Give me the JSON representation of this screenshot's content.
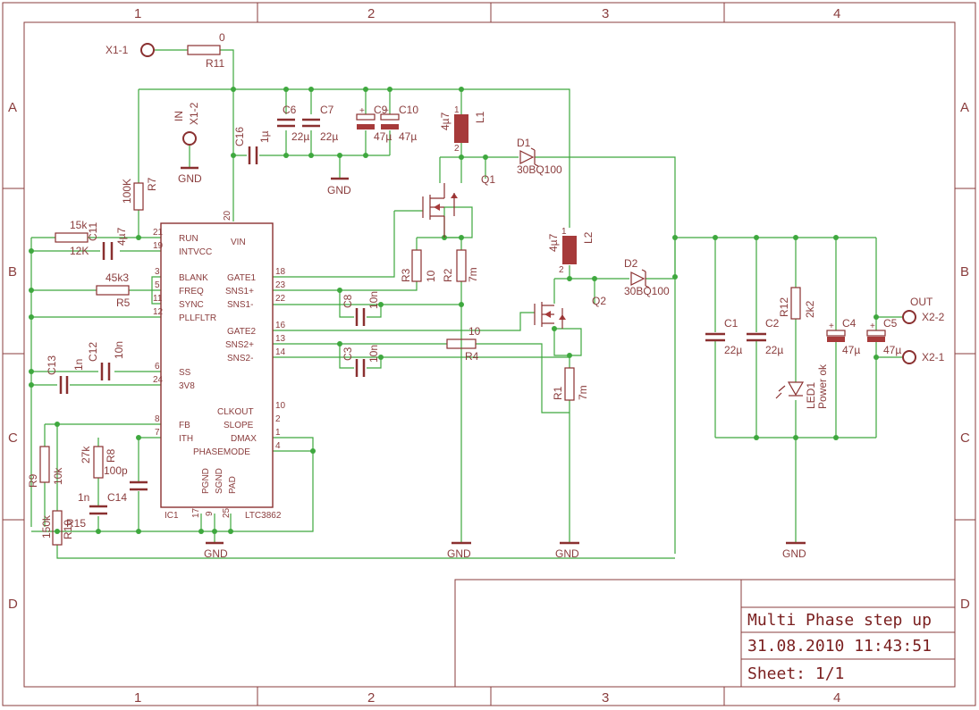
{
  "frame": {
    "cols": [
      "1",
      "2",
      "3",
      "4"
    ],
    "rows": [
      "A",
      "B",
      "C",
      "D"
    ]
  },
  "title_block": {
    "title": "Multi Phase step up",
    "date": "31.08.2010 11:43:51",
    "sheet": "Sheet: 1/1"
  },
  "ic": {
    "name": "IC1",
    "part": "LTC3862",
    "left_pins": [
      {
        "num": "21",
        "name": "RUN"
      },
      {
        "num": "19",
        "name": "INTVCC"
      },
      {
        "num": "3",
        "name": "BLANK"
      },
      {
        "num": "5",
        "name": "FREQ"
      },
      {
        "num": "11",
        "name": "SYNC"
      },
      {
        "num": "12",
        "name": "PLLFLTR"
      },
      {
        "num": "6",
        "name": "SS"
      },
      {
        "num": "24",
        "name": "3V8"
      },
      {
        "num": "8",
        "name": "FB"
      },
      {
        "num": "7",
        "name": "ITH"
      }
    ],
    "right_pins": [
      {
        "num": "18",
        "name": "GATE1"
      },
      {
        "num": "23",
        "name": "SNS1+"
      },
      {
        "num": "22",
        "name": "SNS1-"
      },
      {
        "num": "16",
        "name": "GATE2"
      },
      {
        "num": "13",
        "name": "SNS2+"
      },
      {
        "num": "14",
        "name": "SNS2-"
      },
      {
        "num": "10",
        "name": "CLKOUT"
      },
      {
        "num": "2",
        "name": "SLOPE"
      },
      {
        "num": "1",
        "name": "DMAX"
      },
      {
        "num": "4",
        "name": "PHASEMODE"
      }
    ],
    "bottom_pins": [
      {
        "num": "17",
        "name": "PGND"
      },
      {
        "num": "9",
        "name": "SGND"
      },
      {
        "num": "25",
        "name": "PAD"
      }
    ],
    "vin_pin": {
      "num": "20",
      "name": "VIN"
    }
  },
  "components": {
    "X1_1": "X1-1",
    "X1_2": "X1-2",
    "IN": "IN",
    "R11": {
      "name": "R11",
      "value": "0"
    },
    "C16": {
      "name": "C16",
      "value": "1µ"
    },
    "C6": {
      "name": "C6",
      "value": "22µ"
    },
    "C7": {
      "name": "C7",
      "value": "22µ"
    },
    "C9": {
      "name": "C9",
      "value": "47µ"
    },
    "C10": {
      "name": "C10",
      "value": "47µ"
    },
    "L1": {
      "name": "L1",
      "value": "4µ7"
    },
    "D1": {
      "name": "D1",
      "value": "30BQ100"
    },
    "Q1": "Q1",
    "R7": {
      "name": "R7",
      "value": "100K"
    },
    "R6": {
      "value": "15k"
    },
    "C11": {
      "name": "C11",
      "value": "4µ7"
    },
    "R12K": {
      "value": "12K"
    },
    "R5": {
      "name": "R5",
      "value": "45k3"
    },
    "R3": {
      "name": "R3",
      "value": "10"
    },
    "R2": {
      "name": "R2",
      "value": "7m"
    },
    "C8": {
      "name": "C8",
      "value": "10n"
    },
    "L2": {
      "name": "L2",
      "value": "4µ7"
    },
    "D2": {
      "name": "D2",
      "value": "30BQ100"
    },
    "Q2": "Q2",
    "R4": {
      "name": "R4",
      "value": "10"
    },
    "C3": {
      "name": "C3",
      "value": "10n"
    },
    "R1": {
      "name": "R1",
      "value": "7m"
    },
    "C13": {
      "name": "C13",
      "value": "1n"
    },
    "C12": {
      "name": "C12",
      "value": "10n"
    },
    "R9": {
      "name": "R9",
      "value": "10k"
    },
    "R8": {
      "name": "R8",
      "value": "27k"
    },
    "C_100p": {
      "value": "100p"
    },
    "C14": {
      "name": "C14",
      "value": "1n"
    },
    "R10": {
      "name": "R10",
      "value": "150k"
    },
    "R15": {
      "name": "R15"
    },
    "C1": {
      "name": "C1",
      "value": "22µ"
    },
    "C2": {
      "name": "C2",
      "value": "22µ"
    },
    "R12": {
      "name": "R12",
      "value": "2k2"
    },
    "LED1": {
      "name": "LED1",
      "value": "Power ok"
    },
    "C4": {
      "name": "C4",
      "value": "47µ"
    },
    "C5": {
      "name": "C5",
      "value": "47µ"
    },
    "OUT": "OUT",
    "X2_2": "X2-2",
    "X2_1": "X2-1",
    "GND": "GND"
  },
  "colors": {
    "wire": "#3ea83e",
    "symbol": "#8a3030",
    "text": "#8a3d3d",
    "background": "#ffffff"
  }
}
